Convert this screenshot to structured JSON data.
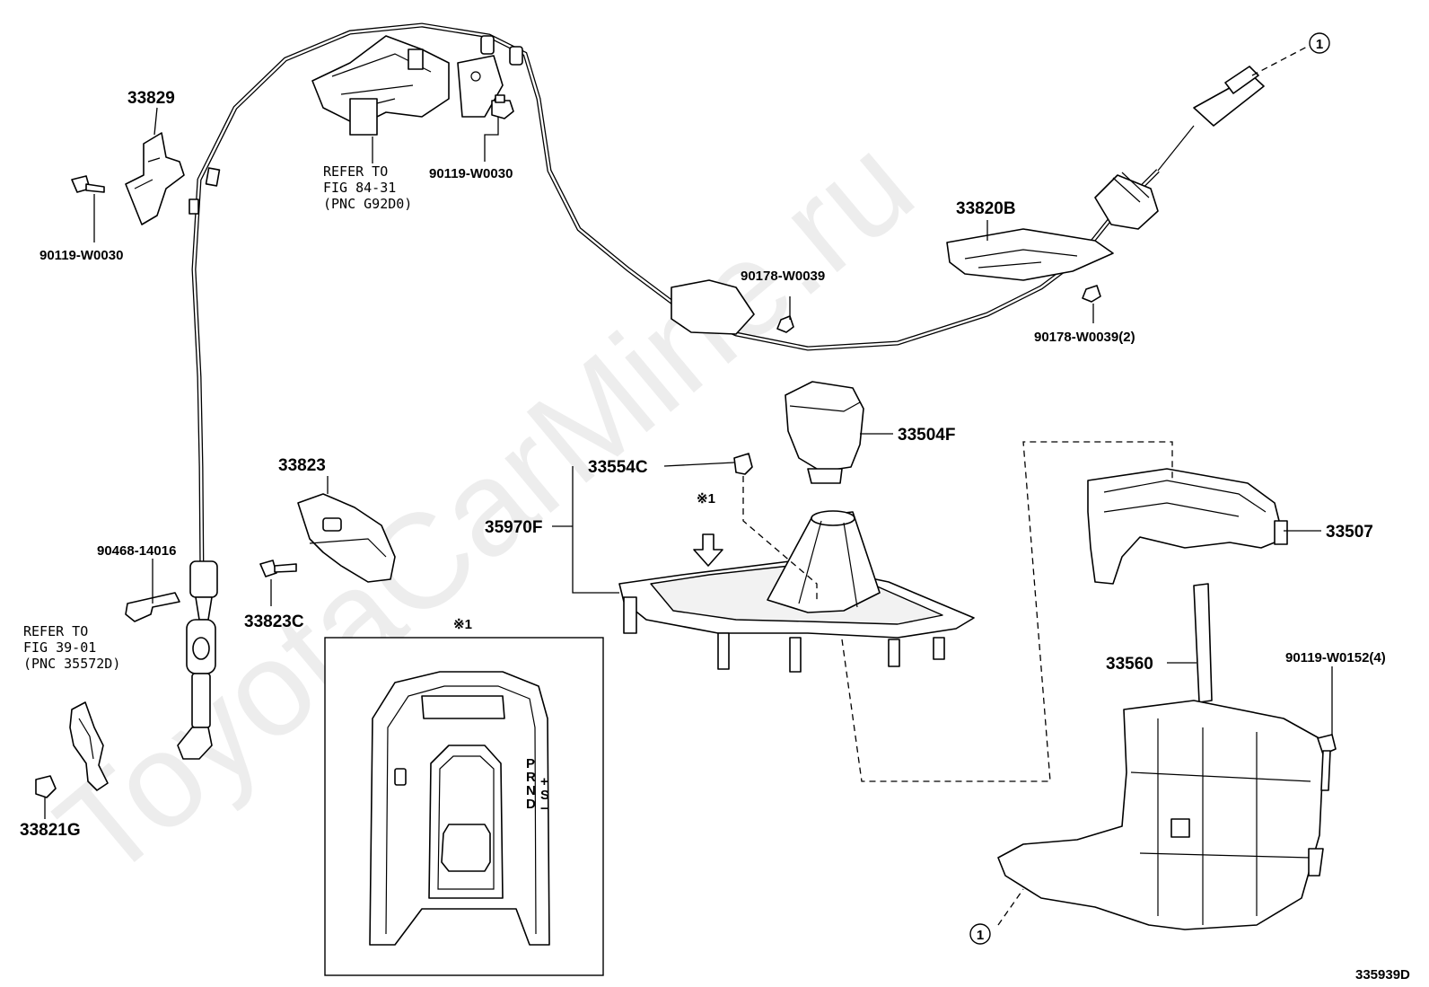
{
  "diagram": {
    "watermark": "ToyotaCarMine.ru",
    "figure_code": "335939D",
    "inset_mark": "※1",
    "detail_mark": "※1",
    "connector_mark": "1",
    "gate_letters": [
      "P",
      "R",
      "N",
      "D"
    ],
    "gate_side_marks": [
      "+",
      "S",
      "−"
    ],
    "parts": [
      {
        "id": "33829",
        "label": "33829"
      },
      {
        "id": "90119-W0030-left",
        "label": "90119-W0030"
      },
      {
        "id": "90119-W0030-top",
        "label": "90119-W0030"
      },
      {
        "id": "90178-W0039",
        "label": "90178-W0039"
      },
      {
        "id": "90178-W0039-2",
        "label": "90178-W0039(2)"
      },
      {
        "id": "33820B",
        "label": "33820B"
      },
      {
        "id": "33504F",
        "label": "33504F"
      },
      {
        "id": "33554C",
        "label": "33554C"
      },
      {
        "id": "35970F",
        "label": "35970F"
      },
      {
        "id": "33823",
        "label": "33823"
      },
      {
        "id": "33823C",
        "label": "33823C"
      },
      {
        "id": "90468-14016",
        "label": "90468-14016"
      },
      {
        "id": "33507",
        "label": "33507"
      },
      {
        "id": "33560",
        "label": "33560"
      },
      {
        "id": "90119-W0152",
        "label": "90119-W0152(4)"
      },
      {
        "id": "33821G",
        "label": "33821G"
      }
    ],
    "refs": [
      {
        "lines": [
          "REFER TO",
          "FIG 84-31",
          "(PNC G92D0)"
        ]
      },
      {
        "lines": [
          "REFER TO",
          "FIG 39-01",
          "(PNC 35572D)"
        ]
      }
    ]
  }
}
